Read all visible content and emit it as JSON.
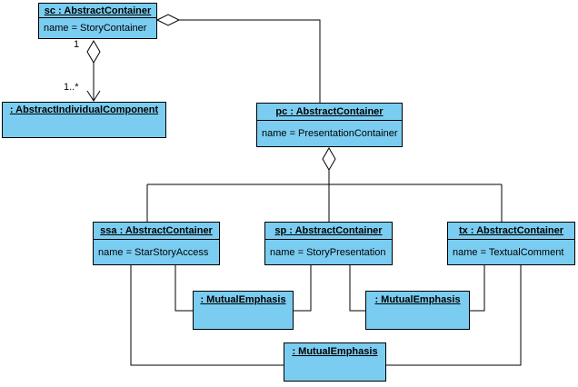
{
  "diagram": {
    "kind": "uml-object-diagram",
    "colors": {
      "node_fill": "#7ACDF1",
      "node_border": "#000000",
      "connector": "#000000",
      "background": "#FFFFFF",
      "text": "#000000"
    },
    "nodes": [
      {
        "id": "sc",
        "title": "sc : AbstractContainer",
        "attribute": "name = StoryContainer"
      },
      {
        "id": "aic",
        "title": ": AbstractIndividualComponent",
        "attribute": ""
      },
      {
        "id": "pc",
        "title": "pc : AbstractContainer",
        "attribute": "name = PresentationContainer"
      },
      {
        "id": "ssa",
        "title": "ssa : AbstractContainer",
        "attribute": "name = StarStoryAccess"
      },
      {
        "id": "sp",
        "title": "sp : AbstractContainer",
        "attribute": "name = StoryPresentation"
      },
      {
        "id": "tx",
        "title": "tx : AbstractContainer",
        "attribute": "name = TextualComment"
      },
      {
        "id": "me1",
        "title": ": MutualEmphasis",
        "attribute": ""
      },
      {
        "id": "me2",
        "title": ": MutualEmphasis",
        "attribute": ""
      },
      {
        "id": "me3",
        "title": ": MutualEmphasis",
        "attribute": ""
      }
    ],
    "labels": {
      "multiplicity_source": "1",
      "multiplicity_target": "1..*"
    }
  }
}
